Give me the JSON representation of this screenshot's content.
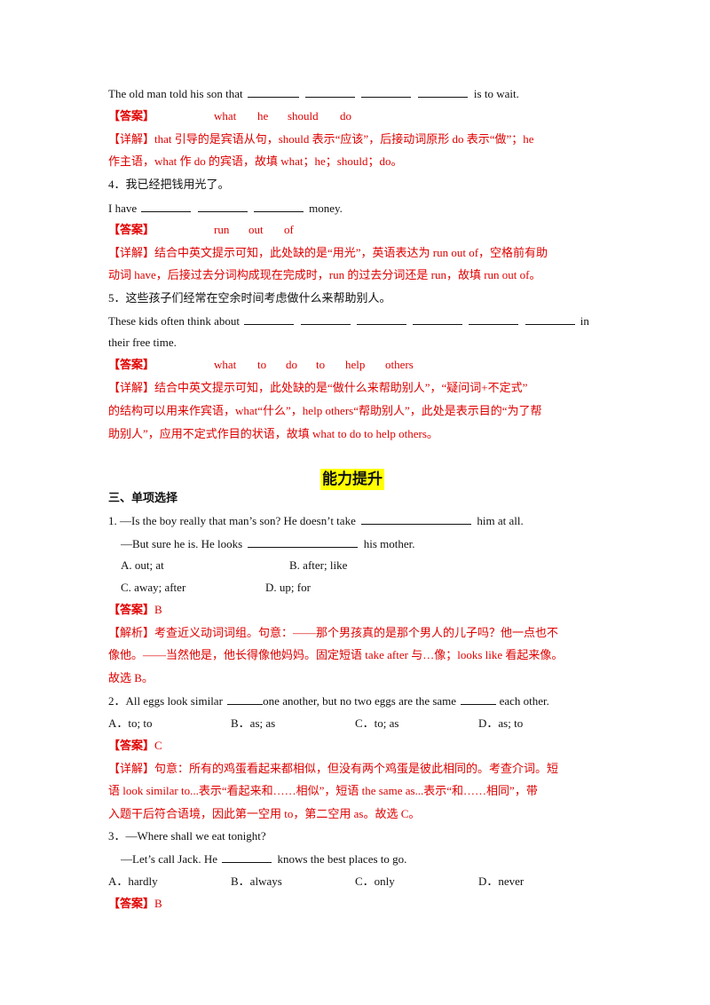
{
  "q3": {
    "sentence_start": "The old man told his son that",
    "sentence_end": "is to wait.",
    "answer_label": "【答案】",
    "answer_words": [
      "what",
      "he",
      "should",
      "do"
    ],
    "detail_line1": "【详解】that 引导的是宾语从句，should 表示“应该”，后接动词原形 do 表示“做”；he",
    "detail_line2": "作主语，what 作 do 的宾语，故填 what；he；should；do。"
  },
  "q4": {
    "prompt": "4．我已经把钱用光了。",
    "sentence_start": "I have",
    "sentence_end": "money.",
    "answer_label": "【答案】",
    "answer_words": [
      "run",
      "out",
      "of"
    ],
    "detail_line1": "【详解】结合中英文提示可知，此处缺的是“用光”，英语表达为 run out of，空格前有助",
    "detail_line2": "动词 have，后接过去分词构成现在完成时，run 的过去分词还是 run，故填 run out of。"
  },
  "q5": {
    "prompt": "5．这些孩子们经常在空余时间考虑做什么来帮助别人。",
    "sentence_start": "These kids often think about",
    "sentence_end": "in",
    "sentence_line2": "their free time.",
    "answer_label": "【答案】",
    "answer_words": [
      "what",
      "to",
      "do",
      "to",
      "help",
      "others"
    ],
    "detail_line1": "【详解】结合中英文提示可知，此处缺的是“做什么来帮助别人”，“疑问词+不定式”",
    "detail_line2": "的结构可以用来作宾语，what“什么”，help others“帮助别人”，此处是表示目的“为了帮",
    "detail_line3": "助别人”，应用不定式作目的状语，故填 what to do to help others。"
  },
  "section_heading": "能力提升",
  "section_title": "三、单项选择",
  "mc1": {
    "line1_start": "1. —Is the boy really that man’s son? He doesn’t take",
    "line1_end": "him at all.",
    "line2_start": "—But sure he is. He looks",
    "line2_end": "his mother.",
    "options": [
      "A. out; at",
      "B. after; like",
      "C. away; after",
      "D. up; for"
    ],
    "answer_label": "【答案】",
    "answer_value": "B",
    "analysis_line1": "【解析】考查近义动词词组。句意：——那个男孩真的是那个男人的儿子吗？他一点也不",
    "analysis_line2": "像他。——当然他是，他长得像他妈妈。固定短语 take after 与…像；looks like 看起来像。",
    "analysis_line3": "故选 B。"
  },
  "mc2": {
    "line1_a": "2．All eggs look similar",
    "line1_b": "one another, but no two eggs are the same",
    "line1_c": "each other.",
    "options": [
      "A．to; to",
      "B．as; as",
      "C．to; as",
      "D．as; to"
    ],
    "answer_label": "【答案】",
    "answer_value": "C",
    "detail_line1": "【详解】句意：所有的鸡蛋看起来都相似，但没有两个鸡蛋是彼此相同的。考查介词。短",
    "detail_line2": "语 look similar to...表示“看起来和……相似”，短语 the same as...表示“和……相同”，带",
    "detail_line3": "入题干后符合语境，因此第一空用 to，第二空用 as。故选 C。"
  },
  "mc3": {
    "line1": "3．—Where shall we eat tonight?",
    "line2_start": "—Let’s call Jack. He",
    "line2_end": "knows the best places to go.",
    "options": [
      "A．hardly",
      "B．always",
      "C．only",
      "D．never"
    ],
    "answer_label": "【答案】",
    "answer_value": "B"
  }
}
